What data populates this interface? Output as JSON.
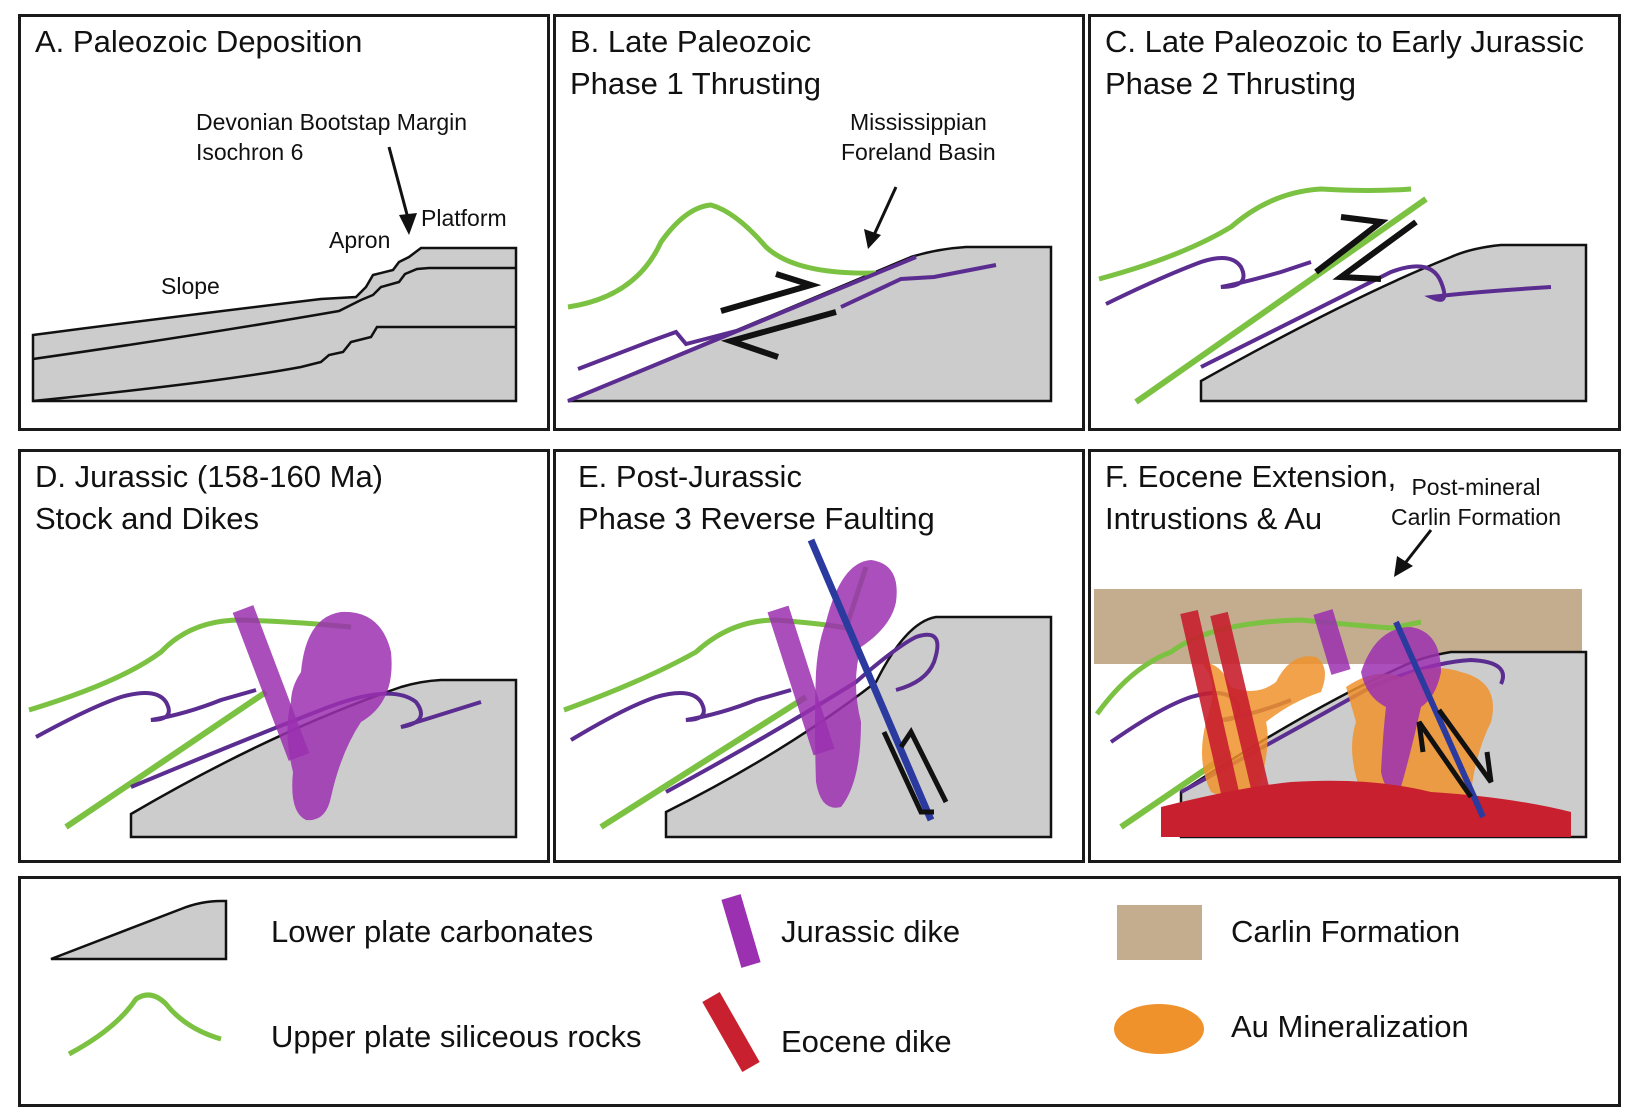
{
  "panels": {
    "a": {
      "title": [
        "A. Paleozoic Deposition"
      ],
      "labels": {
        "margin": [
          "Devonian Bootstap Margin",
          "Isochron 6"
        ],
        "platform": "Platform",
        "apron": "Apron",
        "slope": "Slope"
      }
    },
    "b": {
      "title": [
        "B. Late Paleozoic",
        "Phase 1 Thrusting"
      ],
      "labels": {
        "basin": [
          "Mississippian",
          "Foreland Basin"
        ]
      }
    },
    "c": {
      "title": [
        "C. Late Paleozoic to Early Jurassic",
        "Phase 2 Thrusting"
      ]
    },
    "d": {
      "title": [
        "D. Jurassic (158-160 Ma)",
        "Stock and Dikes"
      ]
    },
    "e": {
      "title": [
        "E. Post-Jurassic",
        "Phase 3 Reverse Faulting"
      ]
    },
    "f": {
      "title": [
        "F. Eocene Extension,",
        "Intrustions & Au"
      ],
      "labels": {
        "carlin": [
          "Post-mineral",
          "Carlin Formation"
        ]
      }
    }
  },
  "legend": {
    "lower_plate": "Lower plate carbonates",
    "upper_plate": "Upper plate siliceous rocks",
    "jurassic_dike": "Jurassic dike",
    "eocene_dike": "Eocene dike",
    "carlin": "Carlin Formation",
    "au": "Au Mineralization"
  },
  "colors": {
    "carbonate": "#cccccc",
    "siliceous": "#7cc242",
    "fold": "#5b2d90",
    "jurassic": "#9b30b0",
    "eocene": "#c8202e",
    "au": "#f0922c",
    "carlin": "#c4ad8e",
    "fault_blue": "#2b3a9e"
  }
}
